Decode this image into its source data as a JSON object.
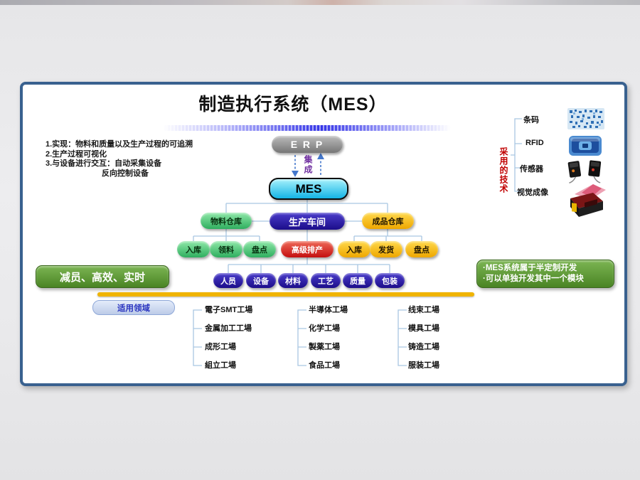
{
  "slide": {
    "title": "制造执行系统（MES）"
  },
  "notes": {
    "line1": "1.实现：物料和质量以及生产过程的可追溯",
    "line2": "2.生产过程可视化",
    "line3": "3.与设备进行交互：自动采集设备",
    "line4": "反向控制设备"
  },
  "flow": {
    "erp": "E R P",
    "integration": "集成",
    "mes": "MES",
    "level2": {
      "left": "物料仓库",
      "center": "生产车间",
      "right": "成品仓库"
    },
    "material_ops": [
      "入库",
      "领料",
      "盘点"
    ],
    "scheduler": "高级排产",
    "product_ops": [
      "入库",
      "发货",
      "盘点"
    ],
    "elements": [
      "人员",
      "设备",
      "材料",
      "工艺",
      "质量",
      "包装"
    ]
  },
  "banners": {
    "left": "减员、高效、实时",
    "right_line1": "·MES系统属于半定制开发",
    "right_line2": "·可以单独开发其中一个模块"
  },
  "domains": {
    "label": "适用领域",
    "col1": [
      "電子SMT工場",
      "金属加工工場",
      "成形工場",
      "組立工場"
    ],
    "col2": [
      "半導体工場",
      "化学工場",
      "製薬工場",
      "食品工場"
    ],
    "col3": [
      "线束工場",
      "模具工場",
      "铸造工場",
      "服装工場"
    ]
  },
  "tech": {
    "label": "采用的技术",
    "items": [
      "条码",
      "RFID",
      "传感器",
      "视觉成像"
    ],
    "icons": [
      "barcode-icon",
      "rfid-tag-icon",
      "sensor-icon",
      "vision-camera-icon"
    ]
  },
  "colors": {
    "panel_border": "#39618f",
    "mes_fill": "#24c2ea",
    "erp_fill": "#8c8c8c",
    "green": "#3cb371",
    "dark_blue": "#27159b",
    "yellow": "#f5b500",
    "red": "#d91414",
    "banner_green": "#5d9733",
    "gold_bar": "#f0b400",
    "connector": "#a9c7e2",
    "tech_label_red": "#c00000",
    "integration_purple": "#7030a0"
  }
}
